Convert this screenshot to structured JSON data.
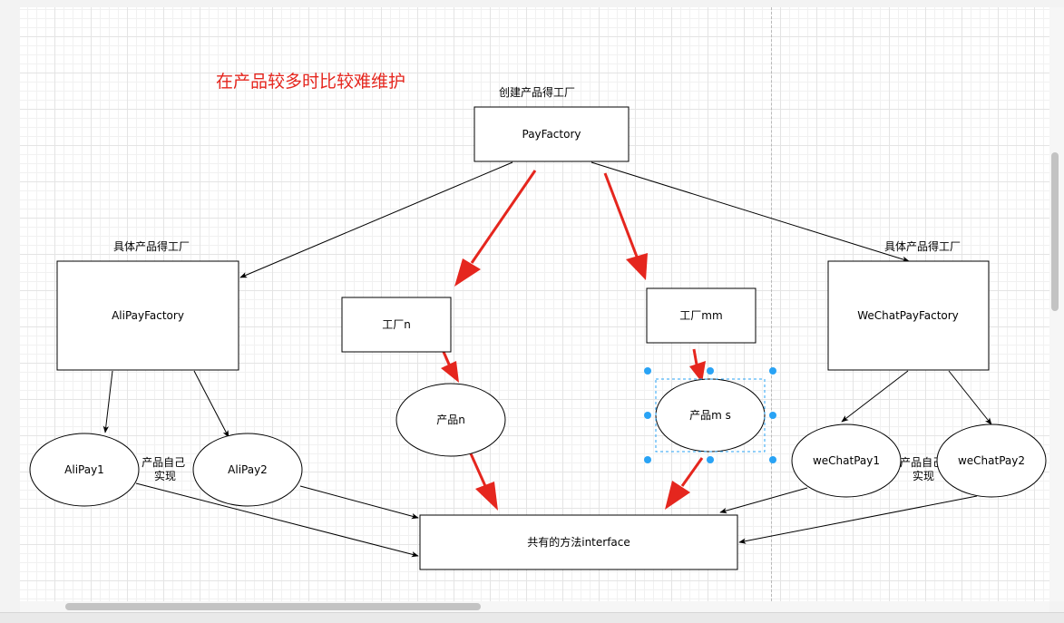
{
  "title": "在产品较多时比较难维护",
  "labels": {
    "create_factory": "创建产品得工厂",
    "concrete_left": "具体产品得工厂",
    "concrete_right": "具体产品得工厂",
    "impl_left": "产品自己 实现",
    "impl_right": "产品自己 实现"
  },
  "nodes": {
    "pay_factory": "PayFactory",
    "alipay_factory": "AliPayFactory",
    "factory_n": "工厂n",
    "factory_mm": "工厂mm",
    "wechat_factory": "WeChatPayFactory",
    "product_n": "产品n",
    "product_m": "产品m s",
    "alipay1": "AliPay1",
    "alipay2": "AliPay2",
    "wechat1": "weChatPay1",
    "wechat2": "weChatPay2",
    "interface": "共有的方法interface"
  },
  "colors": {
    "highlight": "#e5261e",
    "selection": "#29a3f5"
  }
}
